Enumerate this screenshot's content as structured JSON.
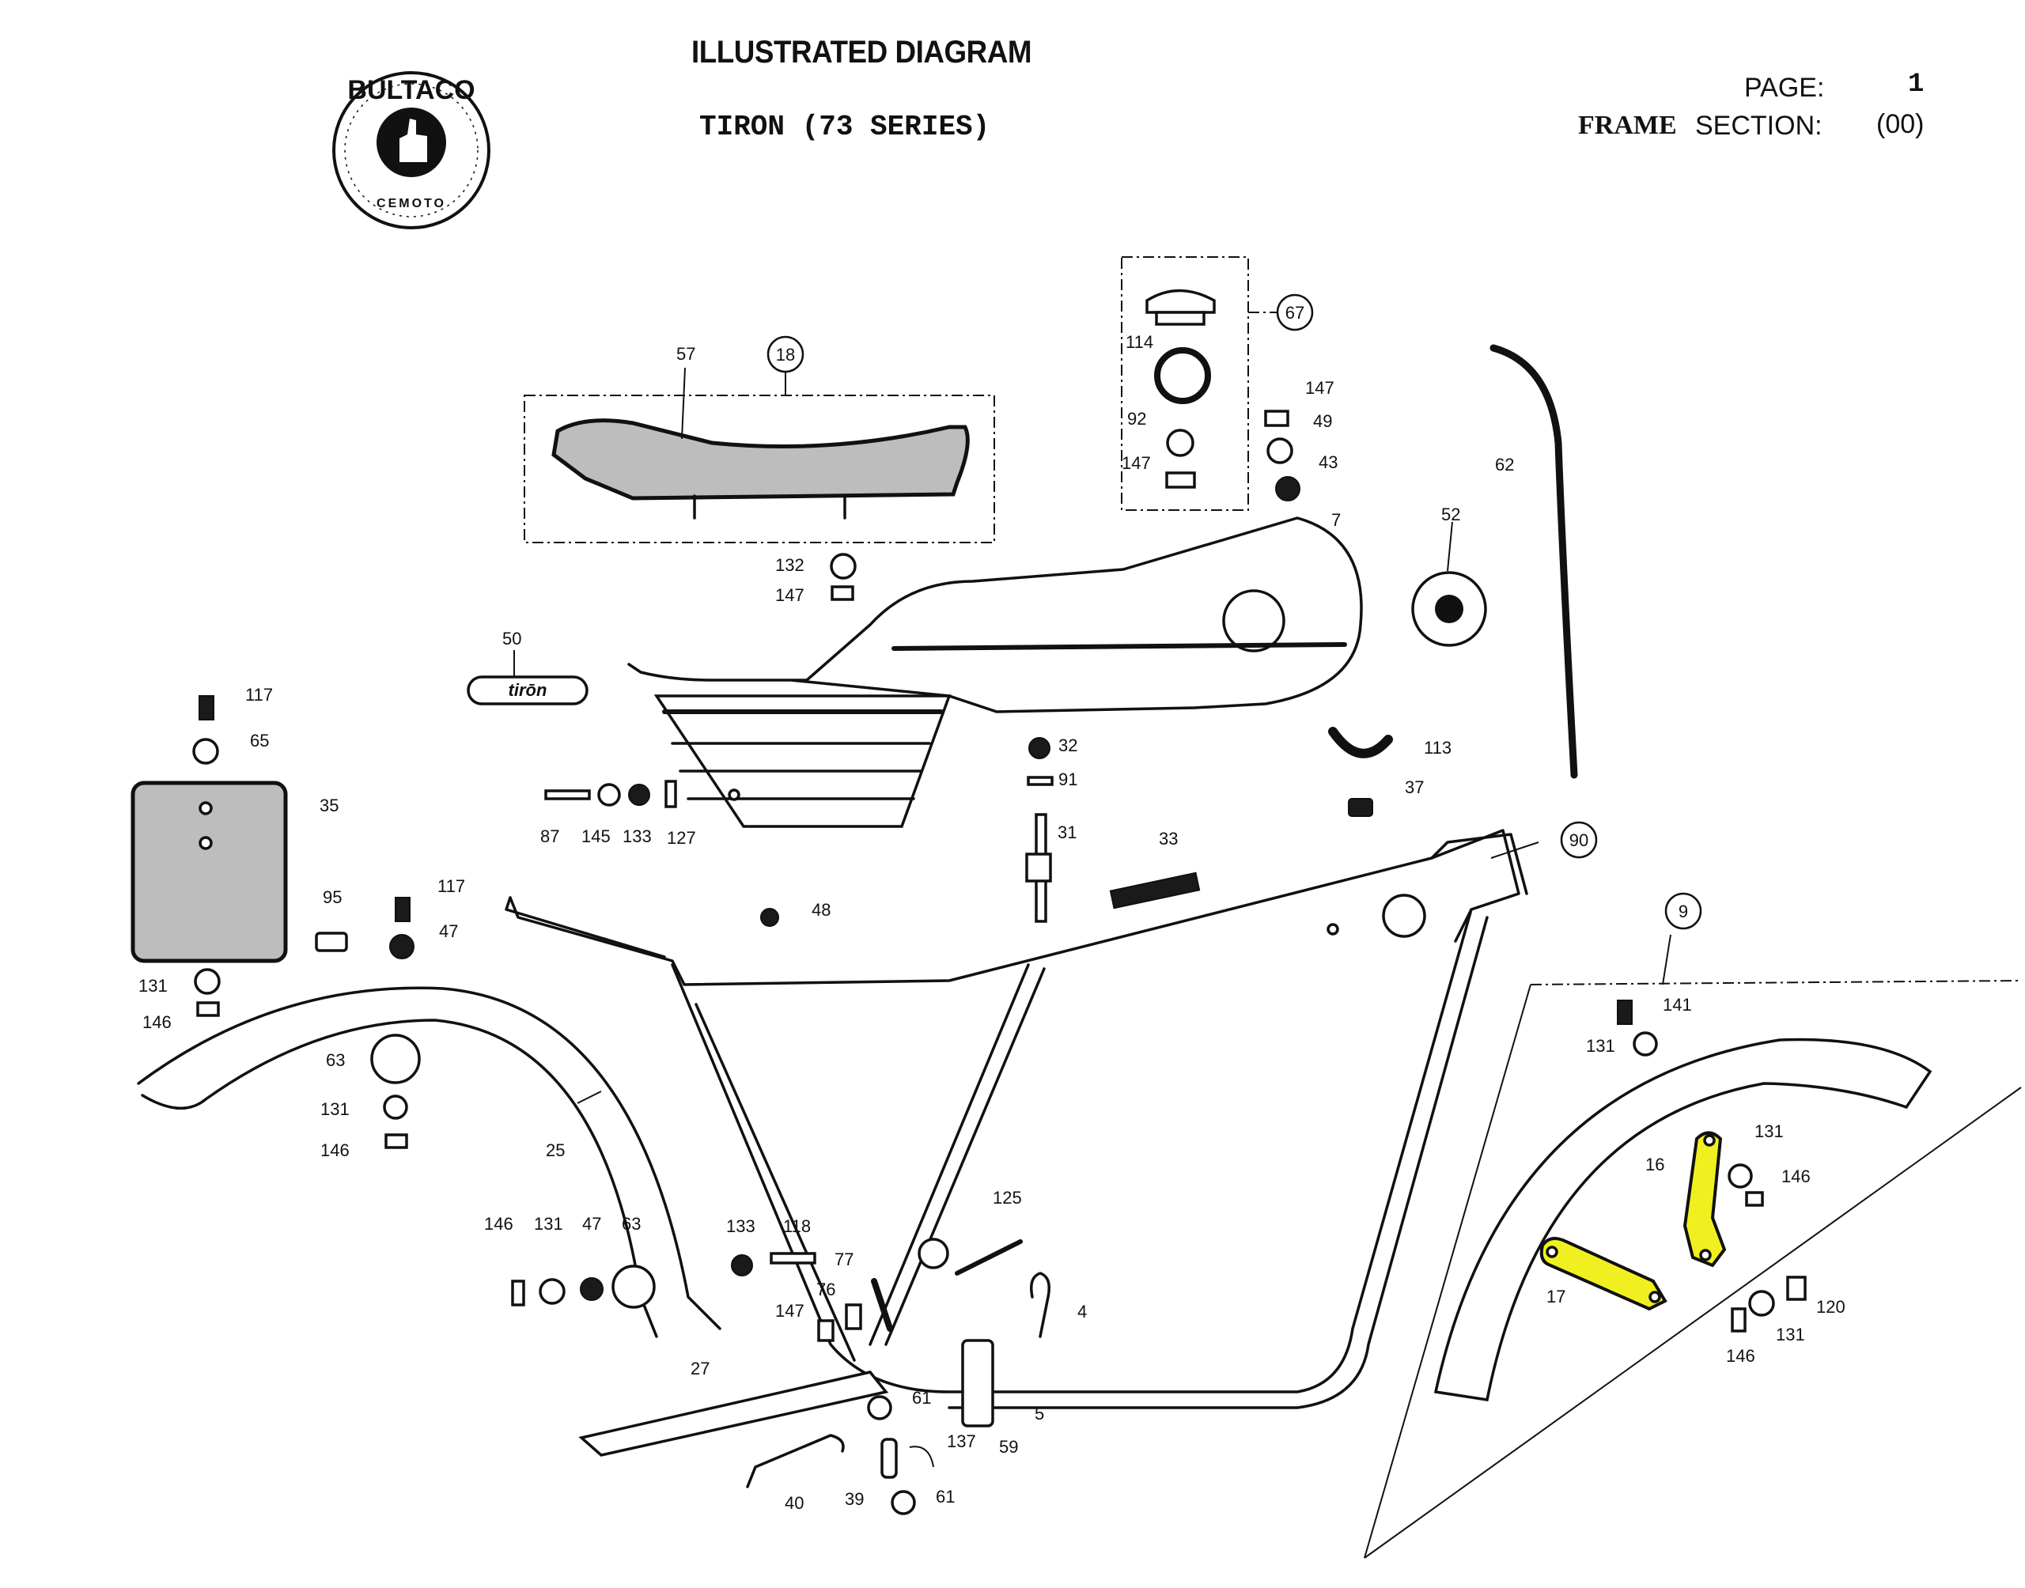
{
  "header": {
    "title": "ILLUSTRATED DIAGRAM",
    "model": "TIRON (73 SERIES)",
    "page_label": "PAGE:",
    "page_value": "1",
    "group": "FRAME",
    "section_label": "SECTION:",
    "section_value": "(00)"
  },
  "logo": {
    "brand": "BULTACO",
    "sub": "CEMOTO",
    "icon": "thumbs-up-logo-icon"
  },
  "highlight_color": "#f0f020",
  "callouts": {
    "circled": [
      "18",
      "67",
      "90",
      "9"
    ],
    "seat": [
      "57",
      "18"
    ],
    "cap_group": [
      "67",
      "114",
      "92",
      "147"
    ],
    "tank_hw": [
      "147",
      "49",
      "43",
      "132",
      "147",
      "7"
    ],
    "badges": [
      "50",
      "52",
      "62"
    ],
    "left_top": [
      "117",
      "65",
      "35",
      "95",
      "117",
      "47",
      "131",
      "146"
    ],
    "side_hw": [
      "87",
      "145",
      "133",
      "127"
    ],
    "center": [
      "32",
      "91",
      "31",
      "33",
      "48",
      "113",
      "37"
    ],
    "front_fender": [
      "63",
      "131",
      "146",
      "25"
    ],
    "lower_row": [
      "146",
      "131",
      "47",
      "63",
      "133",
      "118",
      "77",
      "76",
      "147",
      "125",
      "4",
      "27",
      "61",
      "5",
      "59",
      "137",
      "40",
      "39",
      "61"
    ],
    "rear_inset": [
      "141",
      "131",
      "16",
      "131",
      "146",
      "17",
      "120",
      "131",
      "146"
    ]
  },
  "labels": {
    "l57": "57",
    "l18": "18",
    "l67": "67",
    "l114": "114",
    "l92": "92",
    "l147a": "147",
    "l147b": "147",
    "l49": "49",
    "l43": "43",
    "l62": "62",
    "l7": "7",
    "l52": "52",
    "l132": "132",
    "l147c": "147",
    "l50": "50",
    "l117a": "117",
    "l65": "65",
    "l35": "35",
    "l95": "95",
    "l117b": "117",
    "l47a": "47",
    "l131a": "131",
    "l146a": "146",
    "l87": "87",
    "l145": "145",
    "l133a": "133",
    "l127": "127",
    "l32": "32",
    "l91": "91",
    "l31": "31",
    "l33": "33",
    "l48": "48",
    "l113": "113",
    "l37": "37",
    "l90": "90",
    "l63a": "63",
    "l131b": "131",
    "l146b": "146",
    "l25": "25",
    "l146c": "146",
    "l131c": "131",
    "l47b": "47",
    "l63b": "63",
    "l133b": "133",
    "l118": "118",
    "l77": "77",
    "l76": "76",
    "l147d": "147",
    "l125": "125",
    "l4": "4",
    "l27": "27",
    "l61a": "61",
    "l5": "5",
    "l59": "59",
    "l137": "137",
    "l40": "40",
    "l39": "39",
    "l61b": "61",
    "l9": "9",
    "l141": "141",
    "l131d": "131",
    "l16": "16",
    "l131e": "131",
    "l146d": "146",
    "l17": "17",
    "l120": "120",
    "l131f": "131",
    "l146e": "146"
  }
}
